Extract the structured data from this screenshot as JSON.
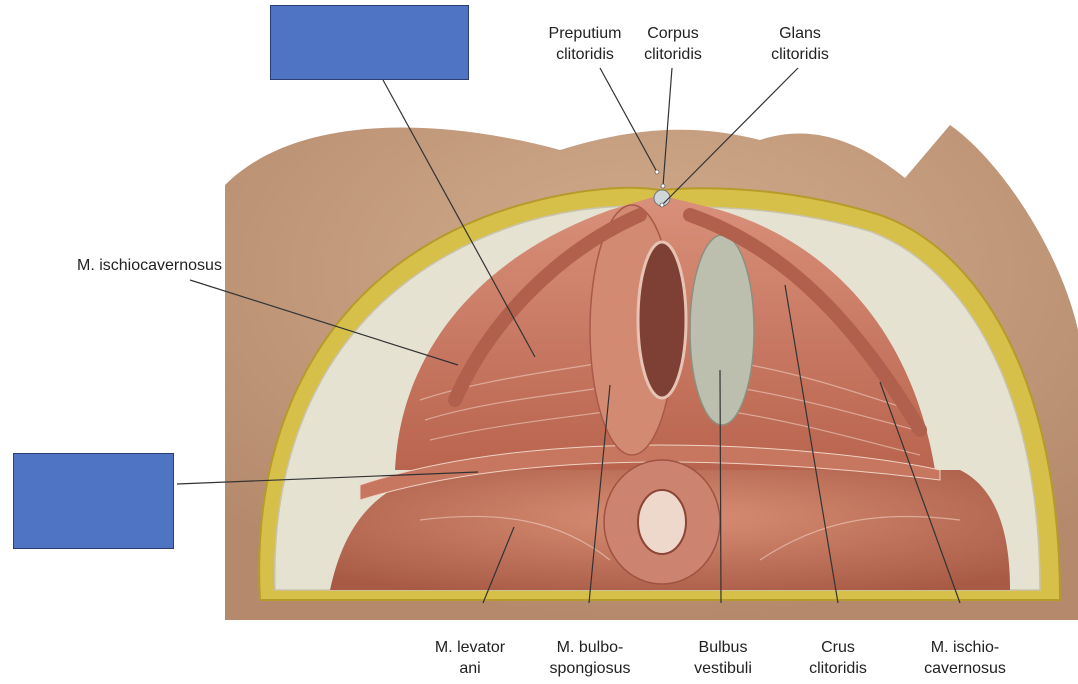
{
  "colors": {
    "label_box": "#4f74c4",
    "leader_line": "#333333",
    "skin": "#c9a283",
    "muscle": "#c87a62",
    "fat": "#d8c24a",
    "fascia": "#e8e4d4"
  },
  "label_boxes": [
    {
      "id": "upper-box",
      "text": ""
    },
    {
      "id": "left-box",
      "text": ""
    }
  ],
  "labels": {
    "preputium": [
      "Preputium",
      "clitoridis"
    ],
    "corpus": [
      "Corpus",
      "clitoridis"
    ],
    "glans": [
      "Glans",
      "clitoridis"
    ],
    "ischio_left": [
      "M. ischiocavernosus"
    ],
    "levator": [
      "M. levator",
      "ani"
    ],
    "bulbo": [
      "M. bulbo-",
      "spongiosus"
    ],
    "bulbus": [
      "Bulbus",
      "vestibuli"
    ],
    "crus": [
      "Crus",
      "clitoridis"
    ],
    "ischio_right": [
      "M. ischio-",
      "cavernosus"
    ]
  }
}
